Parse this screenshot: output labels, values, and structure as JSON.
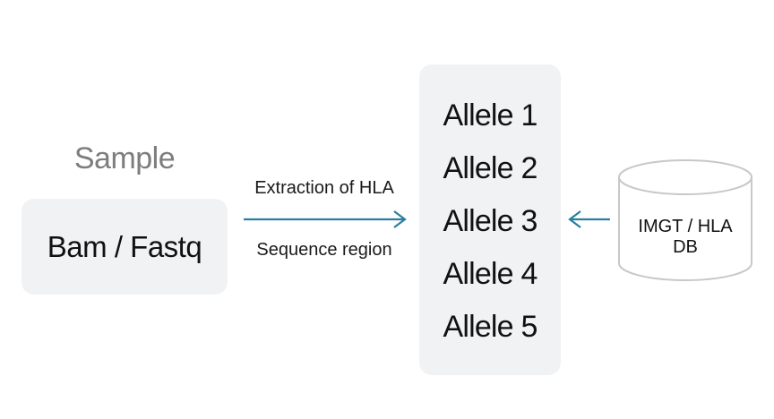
{
  "sample": {
    "title": "Sample",
    "value": "Bam / Fastq"
  },
  "edge": {
    "top_label": "Extraction of HLA",
    "bottom_label": "Sequence region"
  },
  "alleles": [
    "Allele 1",
    "Allele 2",
    "Allele 3",
    "Allele 4",
    "Allele 5"
  ],
  "database": {
    "line1": "IMGT / HLA",
    "line2": "DB"
  },
  "colors": {
    "arrow": "#2a7f9e",
    "box_fill": "#f1f2f4",
    "cylinder_stroke": "#c8c8c8"
  }
}
